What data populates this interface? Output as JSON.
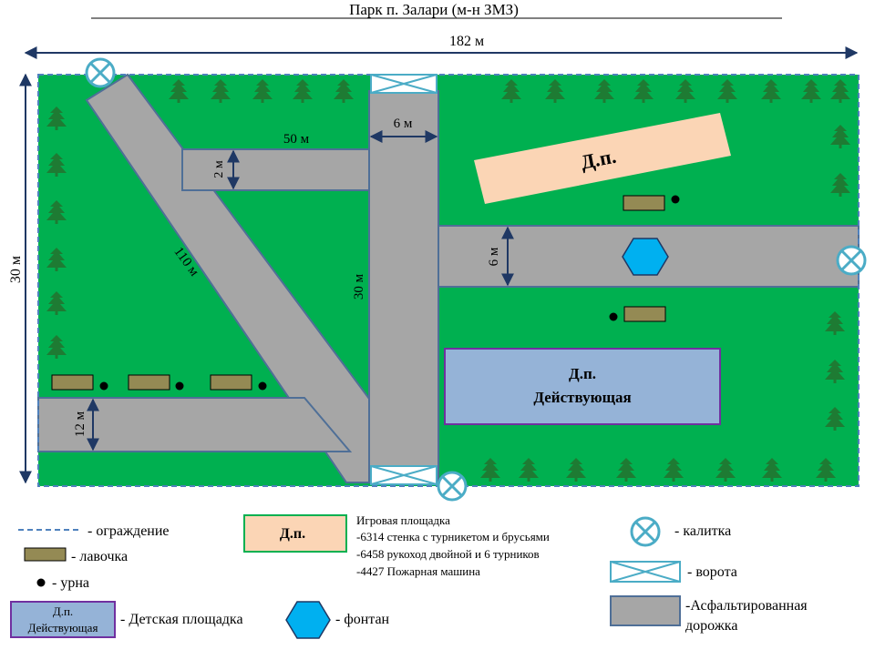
{
  "title": "Парк п. Залари (м-н ЗМЗ)",
  "dimensions": {
    "width": "182 м",
    "height": "30 м",
    "top_path_width": "6 м",
    "branch_length": "50 м",
    "branch_width": "2 м",
    "diagonal_length": "110 м",
    "center_path_length": "30 м",
    "right_path_width": "6 м",
    "bottom_path_width": "12 м"
  },
  "areas": {
    "playground_label": "Д.п.",
    "active_playground_line1": "Д.п.",
    "active_playground_line2": "Действующая"
  },
  "legend": {
    "fence": "- ограждение",
    "bench": "- лавочка",
    "urn": "- урна",
    "playground_box": "Д.п.",
    "playground_title": "Игровая площадка",
    "playground_items": [
      "-6314 стенка с турникетом и брусьями",
      "-6458 рукоход двойной и 6 турников",
      "-4427 Пожарная машина"
    ],
    "active_box_line1": "Д.п.",
    "active_box_line2": "Действующая",
    "active": "- Детская площадка",
    "fountain": "- фонтан",
    "wicket": "- калитка",
    "gate": "- ворота",
    "asphalt_line1": "-Асфальтированная",
    "asphalt_line2": "дорожка"
  },
  "colors": {
    "grass": "#00b050",
    "path": "#a6a6a6",
    "path_border": "#4f6f97",
    "fence": "#4f81bd",
    "bench": "#948a54",
    "playground": "#fbd5b5",
    "active": "#95b3d7",
    "active_border": "#7030a0",
    "fountain": "#00b0f0",
    "tree": "#1e7b33",
    "gate": "#4bacc6",
    "arrow": "#1f3864"
  }
}
